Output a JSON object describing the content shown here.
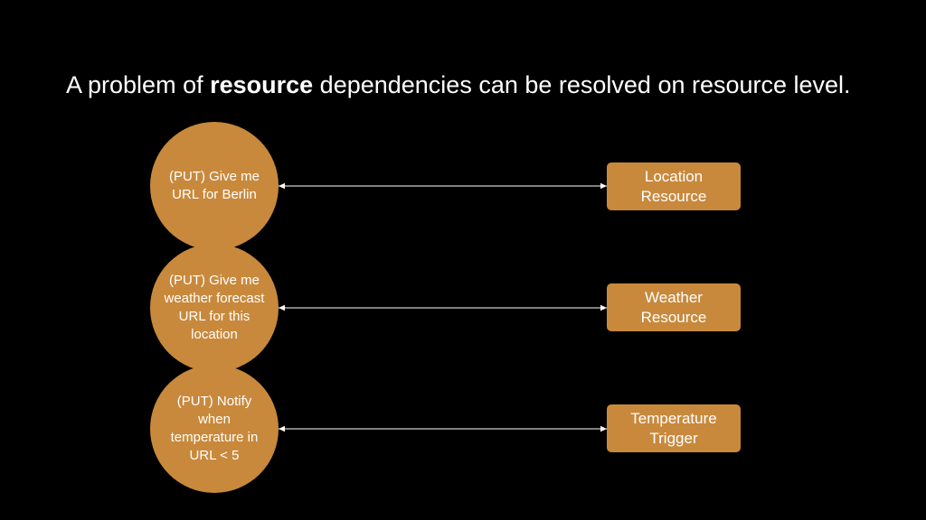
{
  "title": {
    "before": "A problem of ",
    "bold": "resource",
    "after": " dependencies can be resolved on resource level."
  },
  "requests": [
    {
      "label": "(PUT) Give me URL for Berlin"
    },
    {
      "label": "(PUT) Give me weather forecast URL for this location"
    },
    {
      "label": "(PUT) Notify when temperature in URL < 5"
    }
  ],
  "resources": [
    {
      "label": "Location Resource"
    },
    {
      "label": "Weather Resource"
    },
    {
      "label": "Temperature Trigger"
    }
  ],
  "colors": {
    "background": "#000000",
    "node_fill": "#c8893c",
    "text": "#ffffff",
    "arrow": "#ffffff"
  },
  "icons": {
    "connector": "double-headed-arrow"
  }
}
